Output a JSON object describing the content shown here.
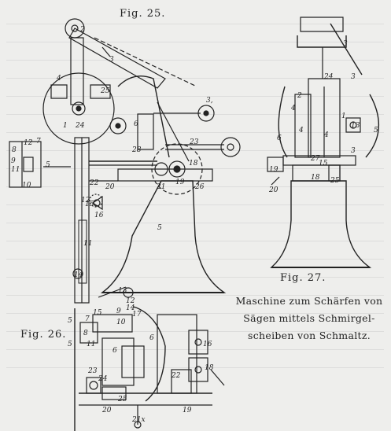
{
  "figures": {
    "fig25": "Fig. 25.",
    "fig26": "Fig. 26.",
    "fig27": "Fig. 27."
  },
  "caption": {
    "line1": "Maschine zum Schärfen von",
    "line2": "Sägen mittels Schmirgel-",
    "line3": "scheiben von Schmaltz."
  },
  "colors": {
    "ink": "#222222",
    "paper": "#eeeeec"
  },
  "parts": {
    "fig25": [
      "1",
      "2",
      "3",
      "4",
      "5",
      "6",
      "7",
      "8",
      "9",
      "10",
      "11",
      "12",
      "13",
      "14",
      "15",
      "16",
      "17",
      "18",
      "19",
      "20",
      "21",
      "22",
      "23",
      "24",
      "25"
    ],
    "fig26": [
      "5",
      "6",
      "7",
      "8",
      "9",
      "10",
      "11",
      "12",
      "13",
      "14",
      "15",
      "16",
      "17",
      "18",
      "19",
      "20",
      "21",
      "22",
      "23",
      "24",
      "25"
    ],
    "fig27": [
      "1",
      "2",
      "3",
      "4",
      "5",
      "6",
      "13",
      "15",
      "18",
      "19",
      "20",
      "24",
      "25",
      "27"
    ]
  }
}
